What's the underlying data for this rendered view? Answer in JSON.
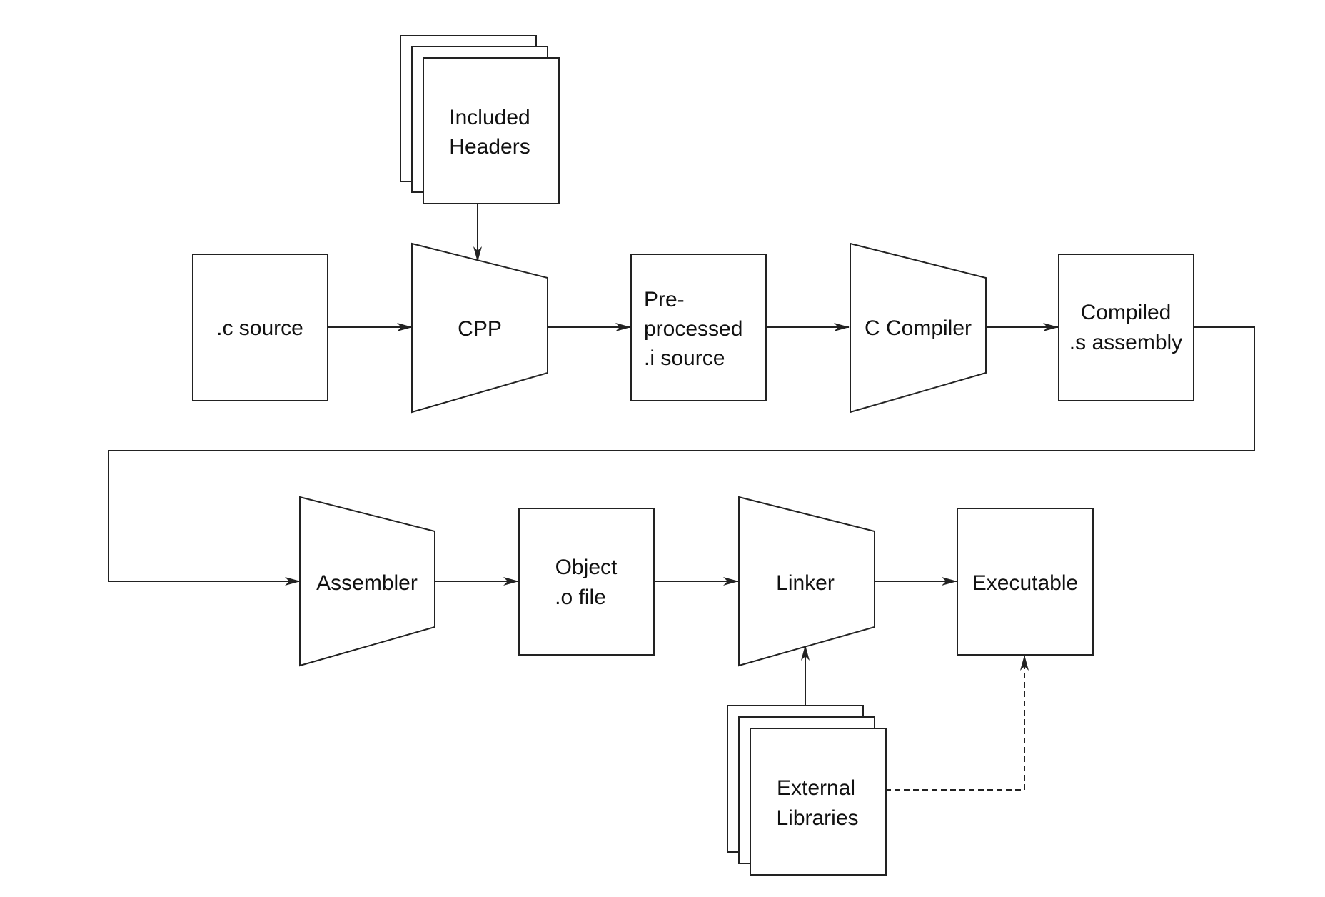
{
  "diagram": {
    "nodes": {
      "headers": {
        "lines": [
          "Included",
          "Headers"
        ],
        "shape": "document-stack"
      },
      "c_source": {
        "lines": [
          ".c source"
        ],
        "shape": "rectangle"
      },
      "cpp": {
        "lines": [
          "CPP"
        ],
        "shape": "trapezoid"
      },
      "preprocessed": {
        "lines": [
          "Pre-",
          "processed",
          ".i source"
        ],
        "shape": "rectangle"
      },
      "c_compiler": {
        "lines": [
          "C Compiler"
        ],
        "shape": "trapezoid"
      },
      "compiled": {
        "lines": [
          "Compiled",
          ".s assembly"
        ],
        "shape": "rectangle"
      },
      "assembler": {
        "lines": [
          "Assembler"
        ],
        "shape": "trapezoid"
      },
      "object": {
        "lines": [
          "Object",
          ".o file"
        ],
        "shape": "rectangle"
      },
      "linker": {
        "lines": [
          "Linker"
        ],
        "shape": "trapezoid"
      },
      "executable": {
        "lines": [
          "Executable"
        ],
        "shape": "rectangle"
      },
      "libraries": {
        "lines": [
          "External",
          "Libraries"
        ],
        "shape": "document-stack"
      }
    },
    "edges": [
      {
        "from": "headers",
        "to": "cpp",
        "style": "solid"
      },
      {
        "from": "c_source",
        "to": "cpp",
        "style": "solid"
      },
      {
        "from": "cpp",
        "to": "preprocessed",
        "style": "solid"
      },
      {
        "from": "preprocessed",
        "to": "c_compiler",
        "style": "solid"
      },
      {
        "from": "c_compiler",
        "to": "compiled",
        "style": "solid"
      },
      {
        "from": "compiled",
        "to": "assembler",
        "style": "solid"
      },
      {
        "from": "assembler",
        "to": "object",
        "style": "solid"
      },
      {
        "from": "object",
        "to": "linker",
        "style": "solid"
      },
      {
        "from": "linker",
        "to": "executable",
        "style": "solid"
      },
      {
        "from": "libraries",
        "to": "linker",
        "style": "solid"
      },
      {
        "from": "libraries",
        "to": "executable",
        "style": "dashed"
      }
    ]
  },
  "colors": {
    "stroke": "#222222",
    "fill": "#ffffff",
    "text": "#111111",
    "background": "#ffffff"
  }
}
